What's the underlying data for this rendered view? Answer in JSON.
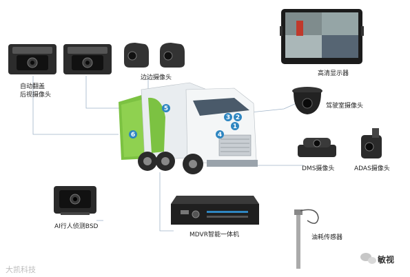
{
  "labels": {
    "monitor": "高清显示器",
    "rear_cam_line1": "自动翻盖",
    "rear_cam_line2": "后视摄像头",
    "side_cam": "边边摄像头",
    "cab_cam": "驾驶室摄像头",
    "dms_cam": "DMS摄像头",
    "adas_cam": "ADAS摄像头",
    "bsd_cam": "AI行人侦测BSD",
    "mdvr": "MDVR智能一体机",
    "fuel_sensor": "油耗传感器"
  },
  "markers": [
    "1",
    "2",
    "3",
    "4",
    "5",
    "6"
  ],
  "watermark": "大凯科技",
  "brand": "敏视",
  "colors": {
    "marker": "#2e86c1",
    "truck_green": "#7cc242",
    "leader": "#9fb3c8"
  }
}
